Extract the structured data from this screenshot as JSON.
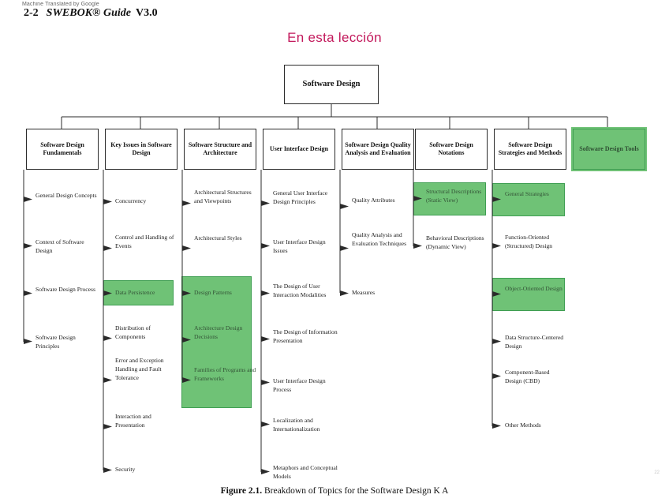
{
  "header": {
    "watermark": "Machine Translated by Google",
    "page_number": "2-2",
    "book_title": "SWEBOK® Guide",
    "version": "V3.0",
    "lesson_title": "En esta lección",
    "lesson_title_color": "#c2185b"
  },
  "diagram": {
    "root": {
      "label": "Software Design"
    },
    "highlight_color": "#6fc276",
    "highlight_border": "#3f9e52",
    "columns": [
      {
        "header": "Software Design Fundamentals",
        "header_highlighted": false,
        "items": [
          {
            "label": "General Design Concepts",
            "highlighted": false
          },
          {
            "label": "Context of Software Design",
            "highlighted": false
          },
          {
            "label": "Software Design Process",
            "highlighted": false
          },
          {
            "label": "Software Design Principles",
            "highlighted": false
          }
        ]
      },
      {
        "header": "Key Issues in Software Design",
        "header_highlighted": false,
        "items": [
          {
            "label": "Concurrency",
            "highlighted": false
          },
          {
            "label": "Control and Handling of Events",
            "highlighted": false
          },
          {
            "label": "Data Persistence",
            "highlighted": true
          },
          {
            "label": "Distribution of Components",
            "highlighted": false
          },
          {
            "label": "Error and Exception Handling and Fault Tolerance",
            "highlighted": false
          },
          {
            "label": "Interaction and Presentation",
            "highlighted": false
          },
          {
            "label": "Security",
            "highlighted": false
          }
        ]
      },
      {
        "header": "Software Structure and Architecture",
        "header_highlighted": false,
        "items": [
          {
            "label": "Architectural Structures and Viewpoints",
            "highlighted": false
          },
          {
            "label": "Architectural Styles",
            "highlighted": false
          },
          {
            "label": "Design Patterns",
            "highlighted": true
          },
          {
            "label": "Architecture Design Decisions",
            "highlighted": true
          },
          {
            "label": "Families of Programs and Frameworks",
            "highlighted": true
          }
        ]
      },
      {
        "header": "User Interface Design",
        "header_highlighted": false,
        "items": [
          {
            "label": "General User Interface Design Principles",
            "highlighted": false
          },
          {
            "label": "User Interface Design Issues",
            "highlighted": false
          },
          {
            "label": "The Design of User Interaction Modalities",
            "highlighted": false
          },
          {
            "label": "The Design of Information Presentation",
            "highlighted": false
          },
          {
            "label": "User Interface Design Process",
            "highlighted": false
          },
          {
            "label": "Localization and Internationalization",
            "highlighted": false
          },
          {
            "label": "Metaphors and Conceptual Models",
            "highlighted": false
          }
        ]
      },
      {
        "header": "Software Design Quality Analysis and Evaluation",
        "header_highlighted": false,
        "items": [
          {
            "label": "Quality Attributes",
            "highlighted": false
          },
          {
            "label": "Quality Analysis and Evaluation Techniques",
            "highlighted": false
          },
          {
            "label": "Measures",
            "highlighted": false
          }
        ]
      },
      {
        "header": "Software Design Notations",
        "header_highlighted": false,
        "items": [
          {
            "label": "Structural Descriptions (Static View)",
            "highlighted": true
          },
          {
            "label": "Behavioral Descriptions (Dynamic View)",
            "highlighted": false
          }
        ]
      },
      {
        "header": "Software Design Strategies and Methods",
        "header_highlighted": false,
        "items": [
          {
            "label": "General Strategies",
            "highlighted": true
          },
          {
            "label": "Function-Oriented (Structured) Design",
            "highlighted": false
          },
          {
            "label": "Object-Oriented Design",
            "highlighted": true
          },
          {
            "label": "Data Structure-Centered Design",
            "highlighted": false
          },
          {
            "label": "Component-Based Design (CBD)",
            "highlighted": false
          },
          {
            "label": "Other Methods",
            "highlighted": false
          }
        ]
      },
      {
        "header": "Software Design Tools",
        "header_highlighted": true,
        "items": []
      }
    ]
  },
  "caption": {
    "label": "Figure 2.1.",
    "text": "Breakdown of Topics for the Software Design K A"
  },
  "page_mark": "22"
}
